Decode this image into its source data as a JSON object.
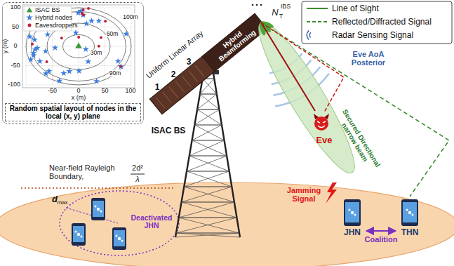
{
  "diagram": {
    "nodes": [
      {
        "text": [
          "Random spatial layout of nodes in the local (x, y) plane"
        ]
      },
      {
        "text": [
          "JHN"
        ]
      },
      {
        "text": [
          "THN"
        ]
      }
    ],
    "edges": [
      {
        "from": 1,
        "to": 2,
        "arrow": "both",
        "label": "Coalition"
      }
    ],
    "labels": [
      "y (m)",
      "100",
      "50",
      "0",
      "-50",
      "-100",
      "-50",
      "0",
      "50",
      "100",
      "x (m)",
      "30m",
      "60m",
      "90m",
      "100m",
      "Uniform Linear Array",
      "1",
      "2",
      "3",
      "N",
      "T",
      "IBS",
      "Hybrid Beamforming",
      "ISAC BS",
      "Eve AoA Posterior",
      "Secured Directional narrow beam",
      "Eve",
      "Near-field Rayleigh Boundary,",
      "2d²",
      "λ",
      "d",
      "max",
      "Deactivated JHN",
      "Jamming Signal"
    ],
    "legend": [
      {
        "text": "ISAC BS"
      },
      {
        "text": "Hybrid nodes"
      },
      {
        "text": "Eavesdroppers"
      },
      {
        "text": "Line of Sight"
      },
      {
        "text": "Reflected/Diffracted Signal"
      },
      {
        "text": "Radar Sensing Signal"
      }
    ]
  }
}
